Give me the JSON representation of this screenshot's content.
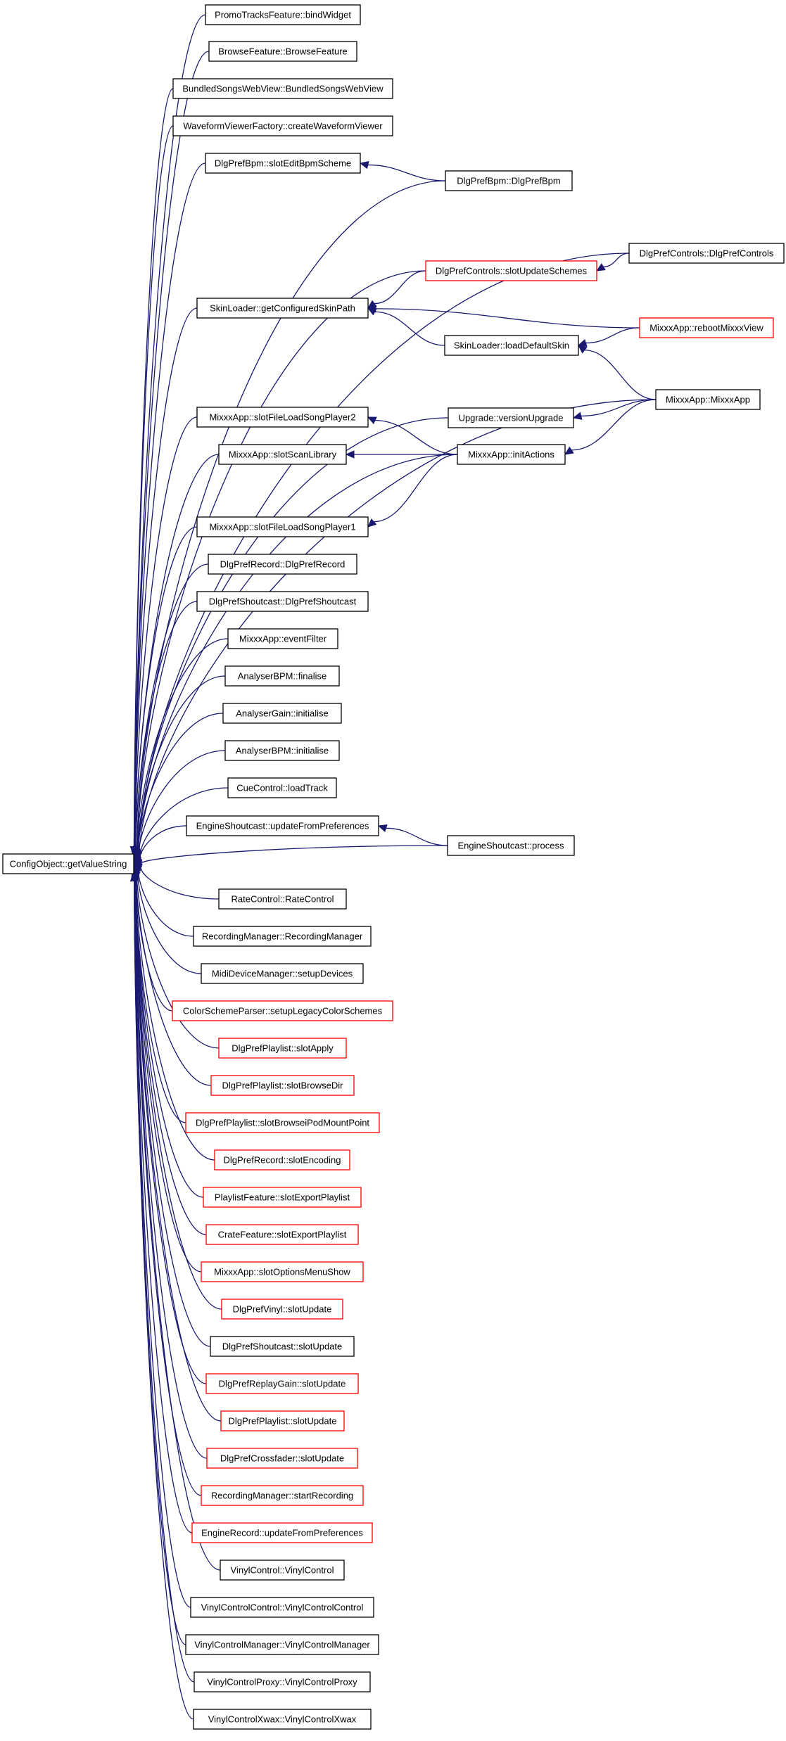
{
  "root": {
    "label": "ConfigObject::getValueString",
    "style": "root"
  },
  "nodes": [
    {
      "id": "promotracks_bind",
      "label": "PromoTracksFeature::bindWidget",
      "style": "black"
    },
    {
      "id": "browse_ctor",
      "label": "BrowseFeature::BrowseFeature",
      "style": "black"
    },
    {
      "id": "bundled_ctor",
      "label": "BundledSongsWebView::BundledSongsWebView",
      "style": "black"
    },
    {
      "id": "wvf_create",
      "label": "WaveformViewerFactory::createWaveformViewer",
      "style": "black"
    },
    {
      "id": "bpm_editscheme",
      "label": "DlgPrefBpm::slotEditBpmScheme",
      "style": "black"
    },
    {
      "id": "bpm_ctor",
      "label": "DlgPrefBpm::DlgPrefBpm",
      "style": "black"
    },
    {
      "id": "controls_ctor",
      "label": "DlgPrefControls::DlgPrefControls",
      "style": "black"
    },
    {
      "id": "controls_updateschemes",
      "label": "DlgPrefControls::slotUpdateSchemes",
      "style": "red"
    },
    {
      "id": "skin_getconfigured",
      "label": "SkinLoader::getConfiguredSkinPath",
      "style": "black"
    },
    {
      "id": "mixxx_reboot",
      "label": "MixxxApp::rebootMixxxView",
      "style": "red"
    },
    {
      "id": "skin_loaddefault",
      "label": "SkinLoader::loadDefaultSkin",
      "style": "black"
    },
    {
      "id": "mixxx_ctor",
      "label": "MixxxApp::MixxxApp",
      "style": "black"
    },
    {
      "id": "mixxx_load2",
      "label": "MixxxApp::slotFileLoadSongPlayer2",
      "style": "black"
    },
    {
      "id": "upgrade_version",
      "label": "Upgrade::versionUpgrade",
      "style": "black"
    },
    {
      "id": "mixxx_scan",
      "label": "MixxxApp::slotScanLibrary",
      "style": "black"
    },
    {
      "id": "mixxx_initactions",
      "label": "MixxxApp::initActions",
      "style": "black"
    },
    {
      "id": "mixxx_load1",
      "label": "MixxxApp::slotFileLoadSongPlayer1",
      "style": "black"
    },
    {
      "id": "record_ctor",
      "label": "DlgPrefRecord::DlgPrefRecord",
      "style": "black"
    },
    {
      "id": "shoutcast_ctor",
      "label": "DlgPrefShoutcast::DlgPrefShoutcast",
      "style": "black"
    },
    {
      "id": "mixxx_eventfilter",
      "label": "MixxxApp::eventFilter",
      "style": "black"
    },
    {
      "id": "abpm_finalise",
      "label": "AnalyserBPM::finalise",
      "style": "black"
    },
    {
      "id": "again_init",
      "label": "AnalyserGain::initialise",
      "style": "black"
    },
    {
      "id": "abpm_init",
      "label": "AnalyserBPM::initialise",
      "style": "black"
    },
    {
      "id": "cue_loadtrack",
      "label": "CueControl::loadTrack",
      "style": "black"
    },
    {
      "id": "eshout_updateprefs",
      "label": "EngineShoutcast::updateFromPreferences",
      "style": "black"
    },
    {
      "id": "eshout_process",
      "label": "EngineShoutcast::process",
      "style": "black"
    },
    {
      "id": "rate_ctor",
      "label": "RateControl::RateControl",
      "style": "black"
    },
    {
      "id": "recmgr_ctor",
      "label": "RecordingManager::RecordingManager",
      "style": "black"
    },
    {
      "id": "midi_setup",
      "label": "MidiDeviceManager::setupDevices",
      "style": "black"
    },
    {
      "id": "colorscheme_legacy",
      "label": "ColorSchemeParser::setupLegacyColorSchemes",
      "style": "red"
    },
    {
      "id": "playlist_apply",
      "label": "DlgPrefPlaylist::slotApply",
      "style": "red"
    },
    {
      "id": "playlist_browsedir",
      "label": "DlgPrefPlaylist::slotBrowseDir",
      "style": "red"
    },
    {
      "id": "playlist_browseipod",
      "label": "DlgPrefPlaylist::slotBrowseiPodMountPoint",
      "style": "red"
    },
    {
      "id": "record_encoding",
      "label": "DlgPrefRecord::slotEncoding",
      "style": "red"
    },
    {
      "id": "plfeature_export",
      "label": "PlaylistFeature::slotExportPlaylist",
      "style": "red"
    },
    {
      "id": "cratefeature_export",
      "label": "CrateFeature::slotExportPlaylist",
      "style": "red"
    },
    {
      "id": "mixxx_optionsmenu",
      "label": "MixxxApp::slotOptionsMenuShow",
      "style": "red"
    },
    {
      "id": "vinyl_update",
      "label": "DlgPrefVinyl::slotUpdate",
      "style": "red"
    },
    {
      "id": "shoutcast_update",
      "label": "DlgPrefShoutcast::slotUpdate",
      "style": "black"
    },
    {
      "id": "replaygain_update",
      "label": "DlgPrefReplayGain::slotUpdate",
      "style": "red"
    },
    {
      "id": "playlist_update",
      "label": "DlgPrefPlaylist::slotUpdate",
      "style": "red"
    },
    {
      "id": "crossfader_update",
      "label": "DlgPrefCrossfader::slotUpdate",
      "style": "red"
    },
    {
      "id": "recmgr_start",
      "label": "RecordingManager::startRecording",
      "style": "red"
    },
    {
      "id": "engrec_updateprefs",
      "label": "EngineRecord::updateFromPreferences",
      "style": "red"
    },
    {
      "id": "vinylcontrol_ctor",
      "label": "VinylControl::VinylControl",
      "style": "black"
    },
    {
      "id": "vccontrol_ctor",
      "label": "VinylControlControl::VinylControlControl",
      "style": "black"
    },
    {
      "id": "vcmanager_ctor",
      "label": "VinylControlManager::VinylControlManager",
      "style": "black"
    },
    {
      "id": "vcproxy_ctor",
      "label": "VinylControlProxy::VinylControlProxy",
      "style": "black"
    },
    {
      "id": "vcxwax_ctor",
      "label": "VinylControlXwax::VinylControlXwax",
      "style": "black"
    }
  ],
  "edges": [
    {
      "from": "promotracks_bind",
      "to": "root"
    },
    {
      "from": "browse_ctor",
      "to": "root"
    },
    {
      "from": "bundled_ctor",
      "to": "root"
    },
    {
      "from": "wvf_create",
      "to": "root"
    },
    {
      "from": "bpm_editscheme",
      "to": "root"
    },
    {
      "from": "bpm_ctor",
      "to": "bpm_editscheme"
    },
    {
      "from": "bpm_ctor",
      "to": "root"
    },
    {
      "from": "controls_ctor",
      "to": "root"
    },
    {
      "from": "controls_ctor",
      "to": "controls_updateschemes"
    },
    {
      "from": "controls_updateschemes",
      "to": "root"
    },
    {
      "from": "controls_updateschemes",
      "to": "skin_getconfigured"
    },
    {
      "from": "skin_getconfigured",
      "to": "root"
    },
    {
      "from": "mixxx_reboot",
      "to": "skin_getconfigured"
    },
    {
      "from": "mixxx_reboot",
      "to": "skin_loaddefault"
    },
    {
      "from": "skin_loaddefault",
      "to": "skin_getconfigured"
    },
    {
      "from": "mixxx_ctor",
      "to": "skin_loaddefault"
    },
    {
      "from": "mixxx_ctor",
      "to": "root"
    },
    {
      "from": "mixxx_ctor",
      "to": "upgrade_version"
    },
    {
      "from": "mixxx_ctor",
      "to": "mixxx_initactions"
    },
    {
      "from": "mixxx_load2",
      "to": "root"
    },
    {
      "from": "upgrade_version",
      "to": "root"
    },
    {
      "from": "mixxx_scan",
      "to": "root"
    },
    {
      "from": "mixxx_initactions",
      "to": "mixxx_load2"
    },
    {
      "from": "mixxx_initactions",
      "to": "mixxx_scan"
    },
    {
      "from": "mixxx_initactions",
      "to": "root"
    },
    {
      "from": "mixxx_initactions",
      "to": "mixxx_load1"
    },
    {
      "from": "mixxx_load1",
      "to": "root"
    },
    {
      "from": "record_ctor",
      "to": "root"
    },
    {
      "from": "shoutcast_ctor",
      "to": "root"
    },
    {
      "from": "mixxx_eventfilter",
      "to": "root"
    },
    {
      "from": "abpm_finalise",
      "to": "root"
    },
    {
      "from": "again_init",
      "to": "root"
    },
    {
      "from": "abpm_init",
      "to": "root"
    },
    {
      "from": "cue_loadtrack",
      "to": "root"
    },
    {
      "from": "eshout_updateprefs",
      "to": "root"
    },
    {
      "from": "eshout_process",
      "to": "eshout_updateprefs"
    },
    {
      "from": "eshout_process",
      "to": "root"
    },
    {
      "from": "rate_ctor",
      "to": "root"
    },
    {
      "from": "recmgr_ctor",
      "to": "root"
    },
    {
      "from": "midi_setup",
      "to": "root"
    },
    {
      "from": "colorscheme_legacy",
      "to": "root"
    },
    {
      "from": "playlist_apply",
      "to": "root"
    },
    {
      "from": "playlist_browsedir",
      "to": "root"
    },
    {
      "from": "playlist_browseipod",
      "to": "root"
    },
    {
      "from": "record_encoding",
      "to": "root"
    },
    {
      "from": "plfeature_export",
      "to": "root"
    },
    {
      "from": "cratefeature_export",
      "to": "root"
    },
    {
      "from": "mixxx_optionsmenu",
      "to": "root"
    },
    {
      "from": "vinyl_update",
      "to": "root"
    },
    {
      "from": "shoutcast_update",
      "to": "root"
    },
    {
      "from": "replaygain_update",
      "to": "root"
    },
    {
      "from": "playlist_update",
      "to": "root"
    },
    {
      "from": "crossfader_update",
      "to": "root"
    },
    {
      "from": "recmgr_start",
      "to": "root"
    },
    {
      "from": "engrec_updateprefs",
      "to": "root"
    },
    {
      "from": "vinylcontrol_ctor",
      "to": "root"
    },
    {
      "from": "vccontrol_ctor",
      "to": "root"
    },
    {
      "from": "vcmanager_ctor",
      "to": "root"
    },
    {
      "from": "vcproxy_ctor",
      "to": "root"
    },
    {
      "from": "vcxwax_ctor",
      "to": "root"
    }
  ],
  "colors": {
    "edge": "#191970",
    "root_fill": "#bfbfbf",
    "node_border": "#000000",
    "red_border": "#ff0000",
    "background": "#ffffff"
  }
}
